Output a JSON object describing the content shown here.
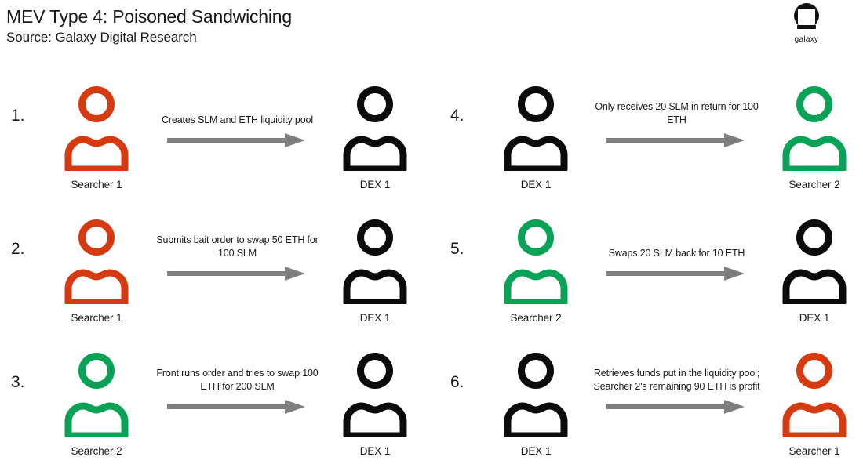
{
  "header": {
    "title": "MEV Type 4: Poisoned Sandwiching",
    "source": "Source: Galaxy Digital Research"
  },
  "logo": {
    "wordmark": "galaxy",
    "mark_icon": "galaxy-logo-icon"
  },
  "colors": {
    "orange": "#D63A10",
    "green": "#0AA257",
    "black": "#0B0B0B",
    "arrow_gray": "#7E7E7E",
    "background": "#FFFFFF",
    "text": "#1A1A1A"
  },
  "steps": [
    {
      "number": "1.",
      "from": {
        "label": "Searcher 1",
        "color": "orange",
        "icon": "person-icon"
      },
      "to": {
        "label": "DEX 1",
        "color": "black",
        "icon": "person-icon"
      },
      "arrow_label": "Creates SLM and ETH liquidity pool"
    },
    {
      "number": "2.",
      "from": {
        "label": "Searcher 1",
        "color": "orange",
        "icon": "person-icon"
      },
      "to": {
        "label": "DEX 1",
        "color": "black",
        "icon": "person-icon"
      },
      "arrow_label": "Submits bait order to swap 50 ETH for 100 SLM"
    },
    {
      "number": "3.",
      "from": {
        "label": "Searcher 2",
        "color": "green",
        "icon": "person-icon"
      },
      "to": {
        "label": "DEX 1",
        "color": "black",
        "icon": "person-icon"
      },
      "arrow_label": "Front runs order and tries to swap 100 ETH for 200 SLM"
    },
    {
      "number": "4.",
      "from": {
        "label": "DEX 1",
        "color": "black",
        "icon": "person-icon"
      },
      "to": {
        "label": "Searcher 2",
        "color": "green",
        "icon": "person-icon"
      },
      "arrow_label": "Only receives 20 SLM in return for 100 ETH"
    },
    {
      "number": "5.",
      "from": {
        "label": "Searcher 2",
        "color": "green",
        "icon": "person-icon"
      },
      "to": {
        "label": "DEX 1",
        "color": "black",
        "icon": "person-icon"
      },
      "arrow_label": "Swaps 20 SLM back for 10 ETH"
    },
    {
      "number": "6.",
      "from": {
        "label": "DEX 1",
        "color": "black",
        "icon": "person-icon"
      },
      "to": {
        "label": "Searcher 1",
        "color": "orange",
        "icon": "person-icon"
      },
      "arrow_label": "Retrieves funds put in the liquidity pool; Searcher 2's remaining 90 ETH is profit"
    }
  ]
}
